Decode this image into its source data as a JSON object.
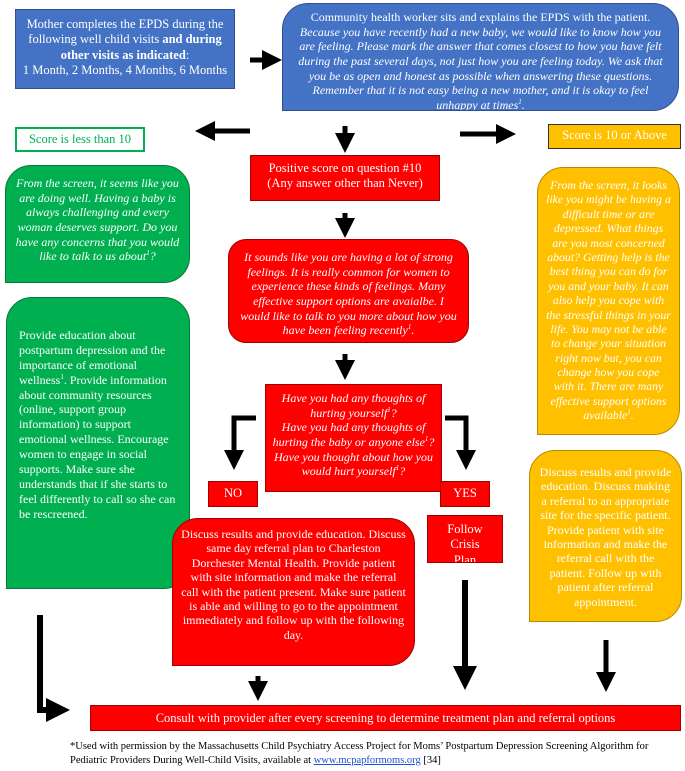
{
  "boxes": {
    "epds_visits": {
      "line1": "Mother completes the EPDS during the following well child visits",
      "bold": "and during other visits as indicated",
      "line2": ":",
      "schedule": "1 Month, 2 Months, 4 Months, 6 Months"
    },
    "chw": {
      "line1": "Community health worker sits and explains the EPDS with the patient.",
      "script": "Because you have recently had a new baby, we would like to know how you are feeling. Please mark the answer that comes closest to how you have felt during the past several days, not just how you are feeling today. We ask that you be as open and honest as possible when answering these questions. Remember that it is not easy being a new mother, and it is okay to feel unhappy at times",
      "sup": "1",
      "end": "."
    },
    "score_low": "Score is less than 10",
    "score_high": "Score is 10 or Above",
    "q10": {
      "line1": "Positive score on question #10",
      "line2": "(Any answer other than Never)"
    },
    "green_script": {
      "text": "From the screen, it seems like you are doing well. Having a baby is always challenging and every woman deserves support. Do you have any concerns that you would like to talk to us about",
      "sup": "1",
      "end": "?"
    },
    "red_script": {
      "text": "It sounds like you are having a lot of strong feelings. It is really common for women to experience these kinds of feelings. Many effective support options are avaialbe. I would like to talk to you more about how you have been feeling recently",
      "sup": "1",
      "end": "."
    },
    "yellow_script": {
      "text": "From the screen, it looks like you might be having a difficult time or are depressed. What things are you most concerned about? Getting help is the best thing you can do for you and your baby. It can also help you cope with the stressful things in your life. You may not be able to change your situation right now but, you can change how you cope with it. There are many effective support options available",
      "sup": "1",
      "end": "."
    },
    "green_edu": {
      "part1": "Provide education about postpartum depression and the importance of emotional wellness",
      "sup": "1",
      "part2": ". Provide information about community resources (online, support group information) to support emotional wellness. Encourage women to engage in social supports. Make sure she understands that if she starts to feel differently to call so she can be rescreened."
    },
    "questions": {
      "q1": "Have you had any thoughts of hurting yourself",
      "q1sup": "1",
      "q1end": "?",
      "q2": "Have you had any thoughts of hurting the baby or anyone else",
      "q2sup": "1",
      "q2end": "?",
      "q3": "Have you thought about how you would hurt yourself",
      "q3sup": "1",
      "q3end": "?"
    },
    "no_label": "NO",
    "yes_label": "YES",
    "crisis": "Follow Crisis Plan",
    "red_discuss": "Discuss results and provide education. Discuss same day referral plan to Charleston Dorchester Mental Health. Provide patient with site information and make the referral call with the patient present. Make sure patient is able and willing to go to the appointment immediately and follow up with the following day.",
    "yellow_discuss": "Discuss results and provide education. Discuss making a referral to an appropriate site for the specific patient. Provide patient with site information and make the referral call with the patient. Follow up with patient after referral appointment.",
    "consult": "Consult with provider after every screening to determine treatment plan and referral options"
  },
  "footnote": {
    "text": "*Used with permission by the Massachusetts Child Psychiatry Access Project for Moms’ Postpartum Depression Screening Algorithm for Pediatric Providers During Well-Child Visits, available at",
    "link": "www.mcpapformoms.org",
    "ref": "[34]"
  },
  "colors": {
    "blue": "#4472c4",
    "green": "#00b050",
    "red": "#ff0000",
    "yellow": "#ffc000",
    "arrow": "#000000"
  }
}
